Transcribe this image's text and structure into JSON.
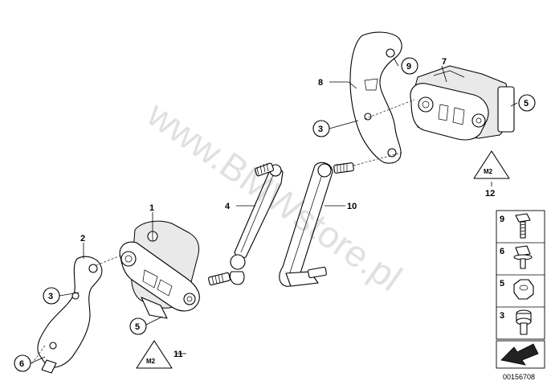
{
  "watermark": "www.BMWstore.pl",
  "diagram_id": "00156708",
  "callouts": {
    "c1": "1",
    "c2": "2",
    "c3_left": "3",
    "c3_right": "3",
    "c4": "4",
    "c5_left": "5",
    "c5_right": "5",
    "c6": "6",
    "c7": "7",
    "c8": "8",
    "c9": "9",
    "c10": "10",
    "c11": "11",
    "c12": "12"
  },
  "warning_label": "M2",
  "legend": {
    "items": [
      {
        "number": "9",
        "icon": "hex-bolt-icon"
      },
      {
        "number": "6",
        "icon": "flange-bolt-icon"
      },
      {
        "number": "5",
        "icon": "hex-nut-icon"
      },
      {
        "number": "3",
        "icon": "socket-screw-icon"
      }
    ]
  }
}
